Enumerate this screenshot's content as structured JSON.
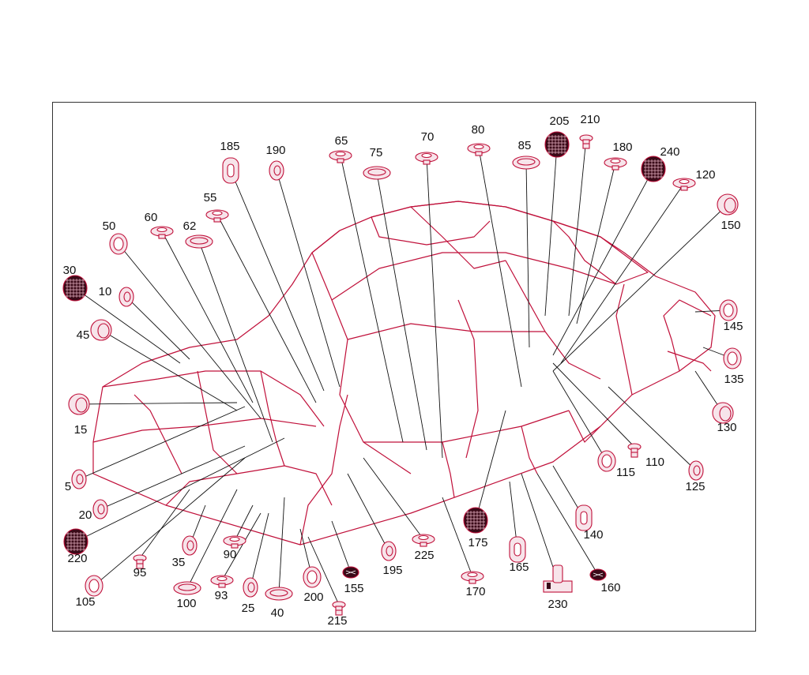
{
  "diagram": {
    "line_color": "#c0103a",
    "part_fill": "#f7e4ea",
    "dark_part_fill": "#3a0a18",
    "callouts": [
      {
        "id": "30",
        "part": "dark-grid"
      },
      {
        "id": "10",
        "part": "disc"
      },
      {
        "id": "45",
        "part": "plug"
      },
      {
        "id": "50",
        "part": "ring"
      },
      {
        "id": "60",
        "part": "cap"
      },
      {
        "id": "62",
        "part": "oval"
      },
      {
        "id": "55",
        "part": "cap"
      },
      {
        "id": "185",
        "part": "slot"
      },
      {
        "id": "190",
        "part": "disc"
      },
      {
        "id": "65",
        "part": "cap"
      },
      {
        "id": "75",
        "part": "oval"
      },
      {
        "id": "70",
        "part": "cap"
      },
      {
        "id": "80",
        "part": "cap"
      },
      {
        "id": "85",
        "part": "oval"
      },
      {
        "id": "205",
        "part": "dark-grid"
      },
      {
        "id": "210",
        "part": "clip"
      },
      {
        "id": "180",
        "part": "cap"
      },
      {
        "id": "240",
        "part": "dark-grid"
      },
      {
        "id": "120",
        "part": "cap"
      },
      {
        "id": "150",
        "part": "plug"
      },
      {
        "id": "145",
        "part": "ring"
      },
      {
        "id": "135",
        "part": "ring"
      },
      {
        "id": "130",
        "part": "plug"
      },
      {
        "id": "125",
        "part": "disc"
      },
      {
        "id": "110",
        "part": "clip"
      },
      {
        "id": "115",
        "part": "ring"
      },
      {
        "id": "140",
        "part": "slot"
      },
      {
        "id": "160",
        "part": "dark-clip"
      },
      {
        "id": "230",
        "part": "bracket"
      },
      {
        "id": "165",
        "part": "slot"
      },
      {
        "id": "175",
        "part": "dark-grid"
      },
      {
        "id": "170",
        "part": "cap"
      },
      {
        "id": "225",
        "part": "cap"
      },
      {
        "id": "195",
        "part": "disc"
      },
      {
        "id": "155",
        "part": "dark-clip"
      },
      {
        "id": "215",
        "part": "clip"
      },
      {
        "id": "200",
        "part": "ring"
      },
      {
        "id": "40",
        "part": "oval"
      },
      {
        "id": "25",
        "part": "disc"
      },
      {
        "id": "93",
        "part": "cap"
      },
      {
        "id": "90",
        "part": "cap"
      },
      {
        "id": "100",
        "part": "oval"
      },
      {
        "id": "35",
        "part": "disc"
      },
      {
        "id": "95",
        "part": "clip"
      },
      {
        "id": "105",
        "part": "ring"
      },
      {
        "id": "220",
        "part": "dark-grid"
      },
      {
        "id": "20",
        "part": "disc"
      },
      {
        "id": "5",
        "part": "disc"
      },
      {
        "id": "15",
        "part": "plug"
      }
    ]
  }
}
